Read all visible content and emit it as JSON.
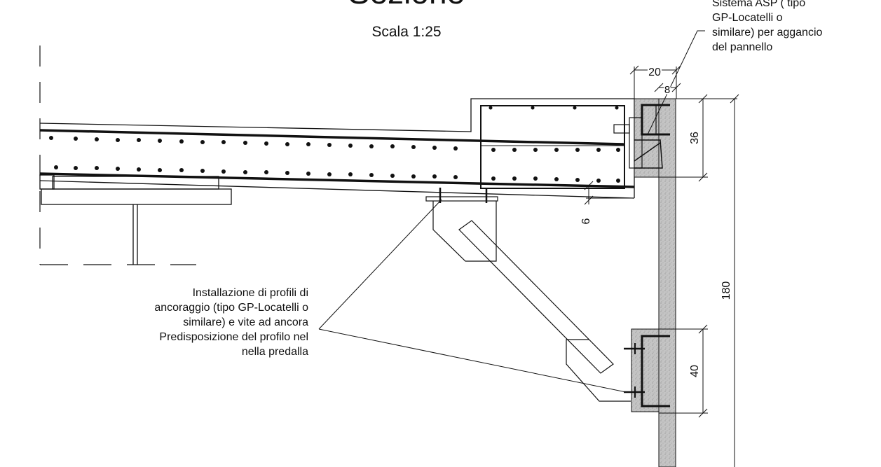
{
  "drawing": {
    "title": "Sezione",
    "scale": "Scala 1:25"
  },
  "annotations": {
    "asp_system": {
      "lines": [
        "Sistema ASP ( tipo",
        "GP-Locatelli o",
        "similare) per aggancio",
        "del pannello"
      ]
    },
    "anchor_profiles": {
      "lines": [
        "Installazione di profili di",
        "ancoraggio (tipo GP-Locatelli o",
        "similare) e vite  ad ancora",
        "Predisposizione del profilo nel",
        "nella predalla"
      ]
    }
  },
  "dimensions": {
    "top_width": "20",
    "top_inner": "8",
    "upper_bracket_height": "36",
    "slab_gap": "6",
    "panel_height": "180",
    "lower_bracket_height": "40"
  },
  "colors": {
    "line": "#111111",
    "concrete": "#bdbdbd"
  }
}
